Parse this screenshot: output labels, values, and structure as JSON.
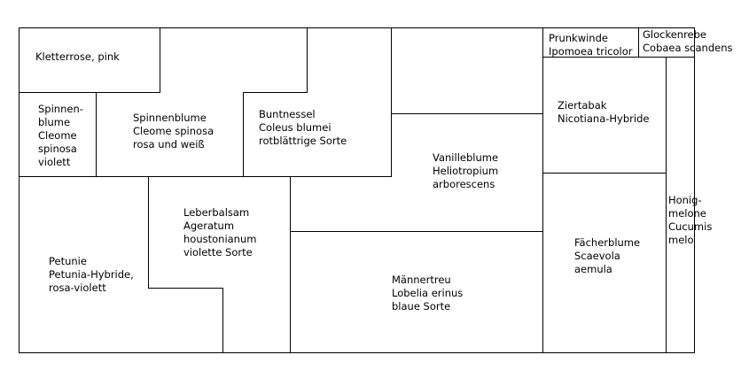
{
  "colors": {
    "line": "#000000",
    "background": "#ffffff",
    "text": "#000000"
  },
  "beds": {
    "kletterrose": [
      "Kletterrose, pink"
    ],
    "spinnenblume_violett": [
      "Spinnen-",
      "blume",
      "Cleome",
      "spinosa",
      "violett"
    ],
    "spinnenblume_rosa": [
      "Spinnenblume",
      "Cleome spinosa",
      "rosa und weiß"
    ],
    "buntnessel": [
      "Buntnessel",
      "Coleus blumei",
      "rotblättrige Sorte"
    ],
    "prunkwinde": [
      "Prunkwinde",
      "Ipomoea tricolor"
    ],
    "glockenrebe": [
      "Glockenrebe",
      "Cobaea scandens"
    ],
    "ziertabak": [
      "Ziertabak",
      "Nicotiana-Hybride"
    ],
    "vanilleblume": [
      "Vanilleblume",
      "Heliotropium",
      "arborescens"
    ],
    "leberbalsam": [
      "Leberbalsam",
      "Ageratum",
      "houstonianum",
      "violette Sorte"
    ],
    "petunie": [
      "Petunie",
      "Petunia-Hybride,",
      "rosa-violett"
    ],
    "maennertreu": [
      "Männertreu",
      "Lobelia erinus",
      "blaue Sorte"
    ],
    "faecherblume": [
      "Fächerblume",
      "Scaevola",
      "aemula"
    ],
    "honigmelone": [
      "Honig-",
      "melone",
      "Cucumis",
      "melo"
    ]
  }
}
